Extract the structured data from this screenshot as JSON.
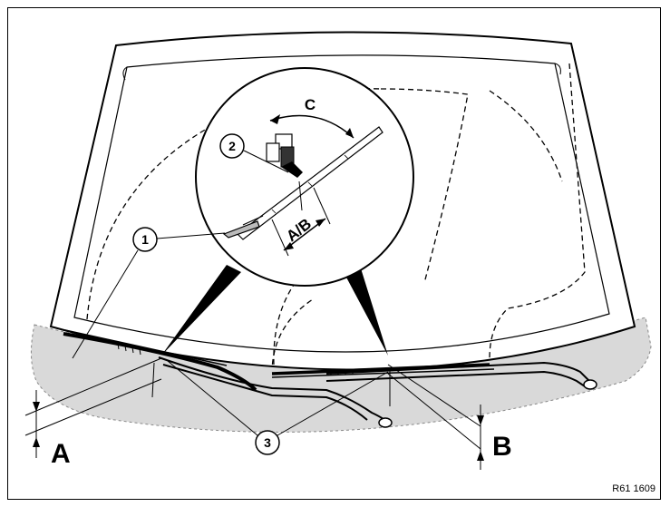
{
  "figure": {
    "callouts": [
      "1",
      "2",
      "3"
    ],
    "dimension_labels": {
      "left": "A",
      "right": "B",
      "detail": "A/B",
      "angle": "C"
    },
    "reference_code": "R61 1609",
    "colors": {
      "line": "#000000",
      "shade": "#d9d9d9",
      "paper": "#ffffff"
    },
    "icons": [
      "windshield-outline",
      "wiper-arm-left",
      "wiper-arm-right",
      "magnifier-circle"
    ]
  }
}
